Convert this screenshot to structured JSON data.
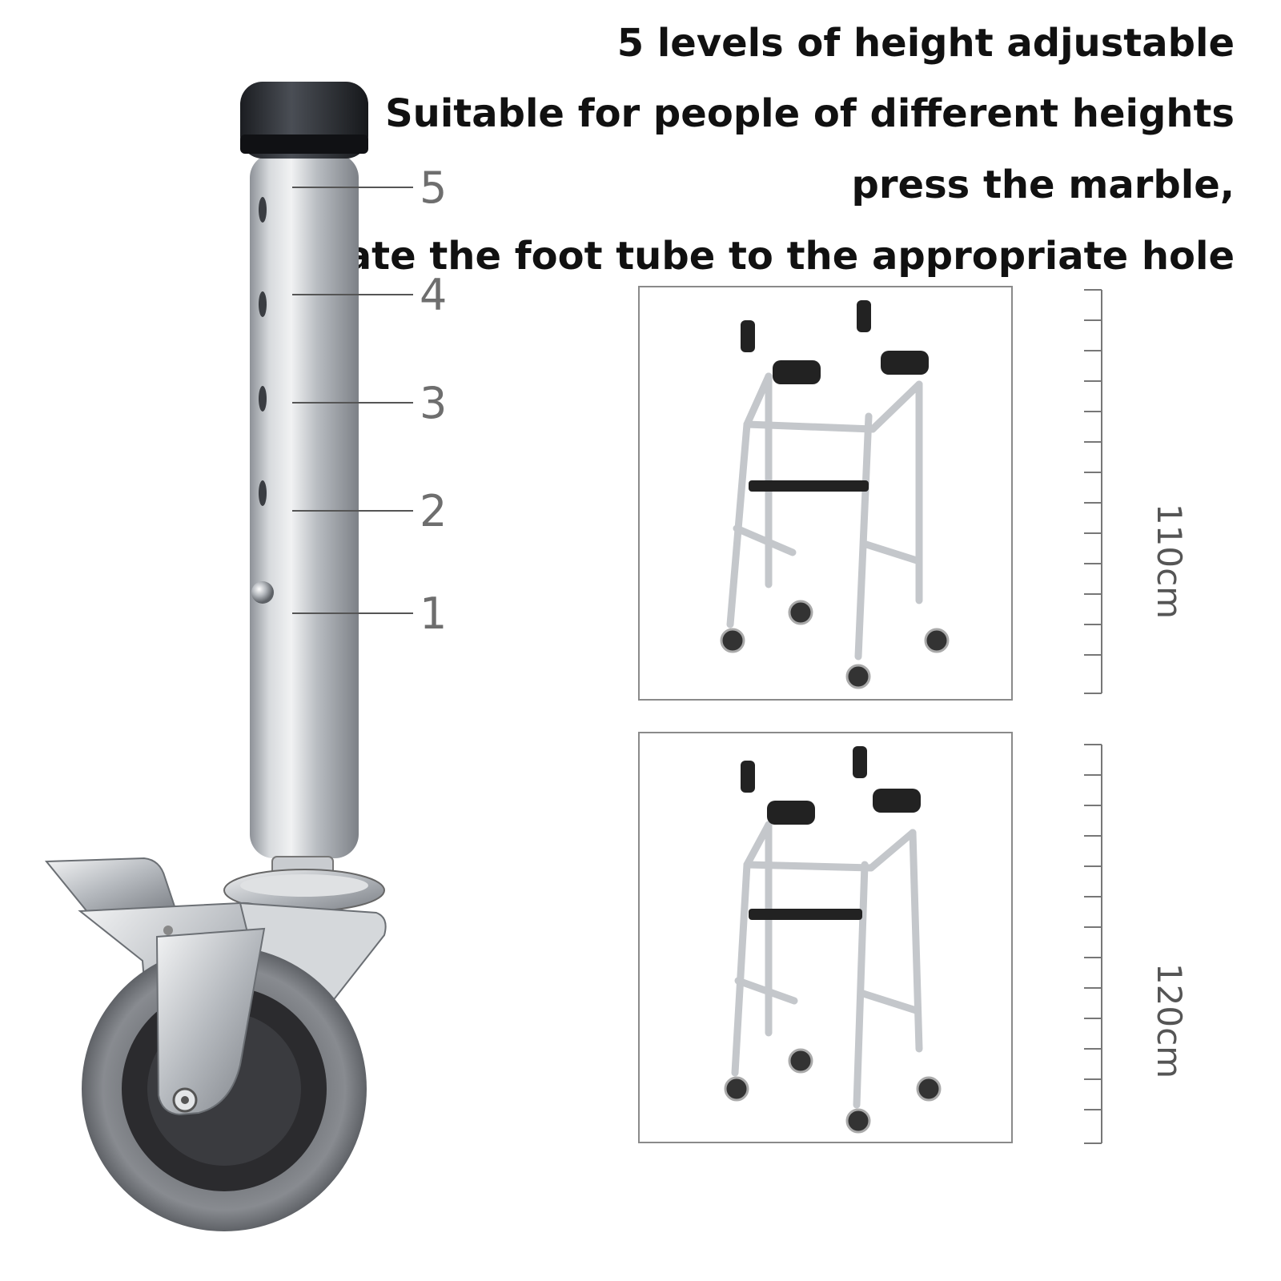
{
  "headlines": [
    "5 levels of height adjustable",
    "Suitable for people of different heights",
    "press the marble,",
    "Rotate the foot tube to the appropriate hole"
  ],
  "levels": [
    "5",
    "4",
    "3",
    "2",
    "1"
  ],
  "panels": [
    {
      "height_label": "110cm"
    },
    {
      "height_label": "120cm"
    }
  ],
  "colors": {
    "tube": "#b9bdc2",
    "tube_highlight": "#e8eaec",
    "cap": "#2a2d33",
    "tyre": "#7b7e83",
    "hub": "#2b2b2e",
    "frame": "#c4c7cb",
    "armrest": "#222222"
  }
}
